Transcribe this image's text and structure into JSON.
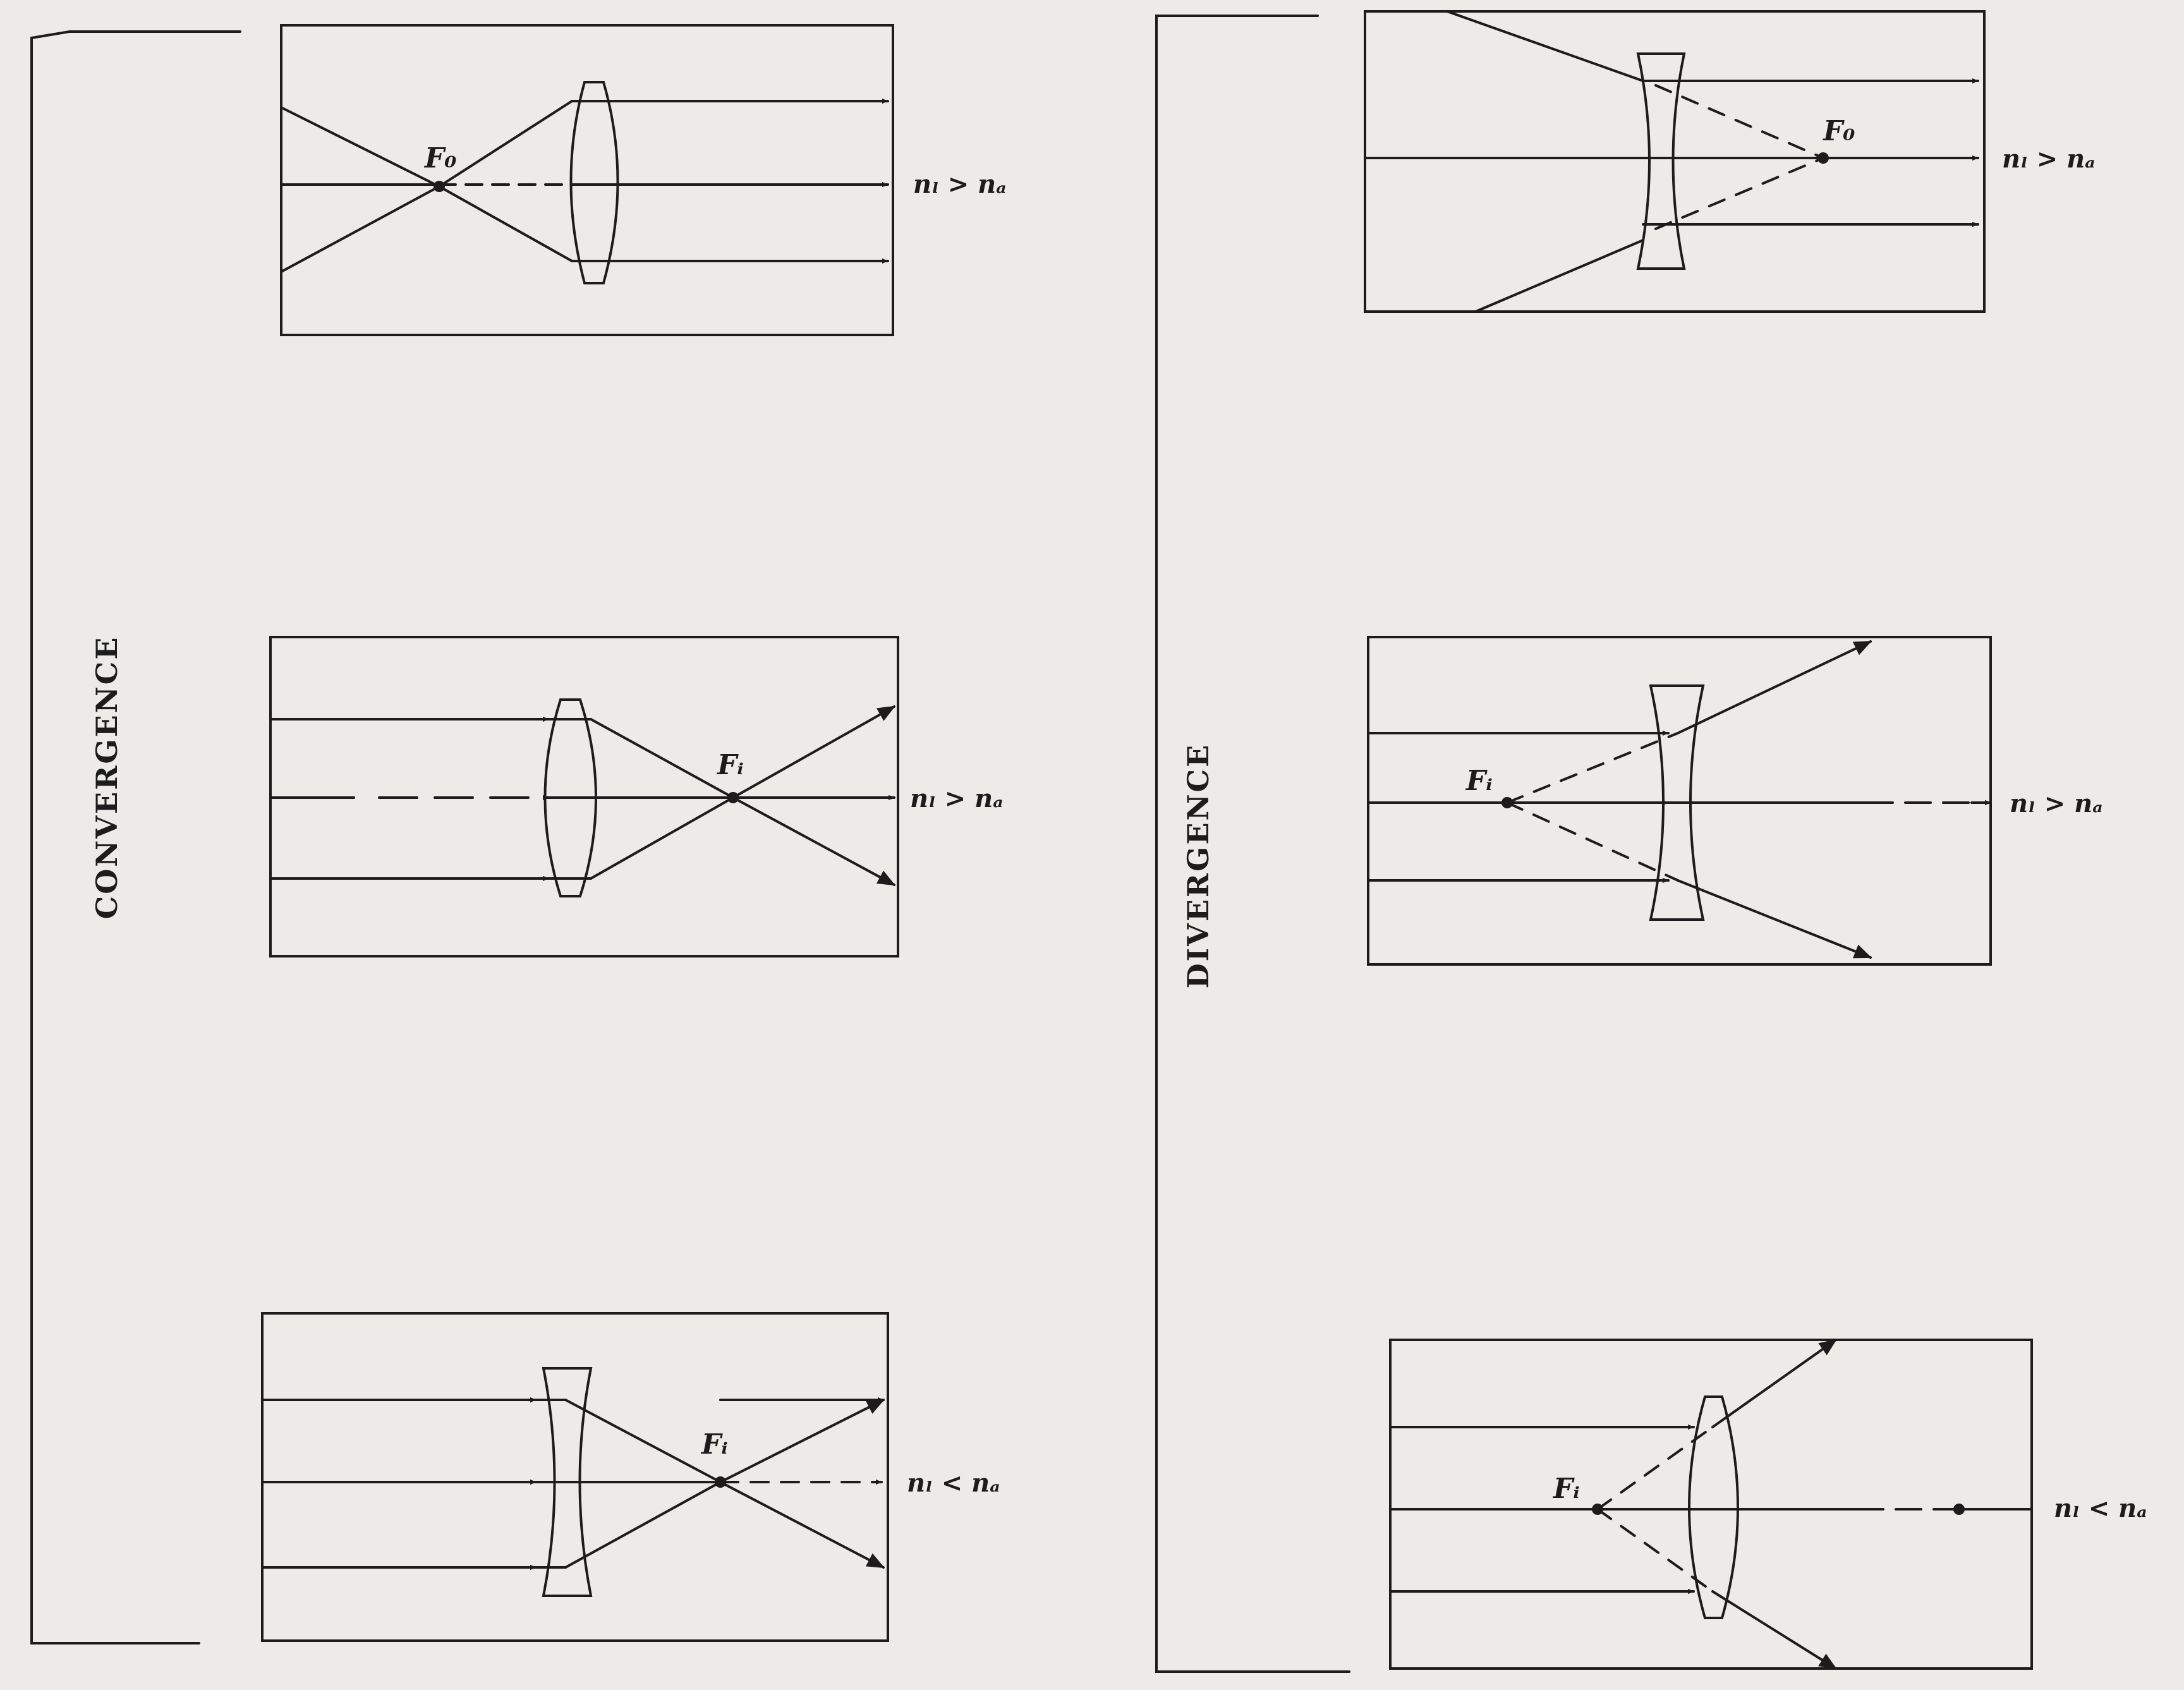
{
  "sections": {
    "convergence": {
      "title": "CONVERGENCE"
    },
    "divergence": {
      "title": "DIVERGENCE"
    }
  },
  "panels": {
    "p1": {
      "lens": "biconvex",
      "focus_label": "F₀",
      "condition": "nₗ > nₐ"
    },
    "p2": {
      "lens": "biconvex",
      "focus_label": "Fᵢ",
      "condition": "nₗ > nₐ"
    },
    "p3": {
      "lens": "biconcave",
      "focus_label": "Fᵢ",
      "condition": "nₗ < nₐ"
    },
    "p4": {
      "lens": "biconcave",
      "focus_label": "F₀",
      "condition": "nₗ > nₐ"
    },
    "p5": {
      "lens": "biconcave",
      "focus_label": "Fᵢ",
      "condition": "nₗ > nₐ"
    },
    "p6": {
      "lens": "biconvex",
      "focus_label": "Fᵢ",
      "condition": "nₗ < nₐ"
    }
  },
  "colors": {
    "ink": "#1c1c1c",
    "paper": "#ecebe7"
  }
}
